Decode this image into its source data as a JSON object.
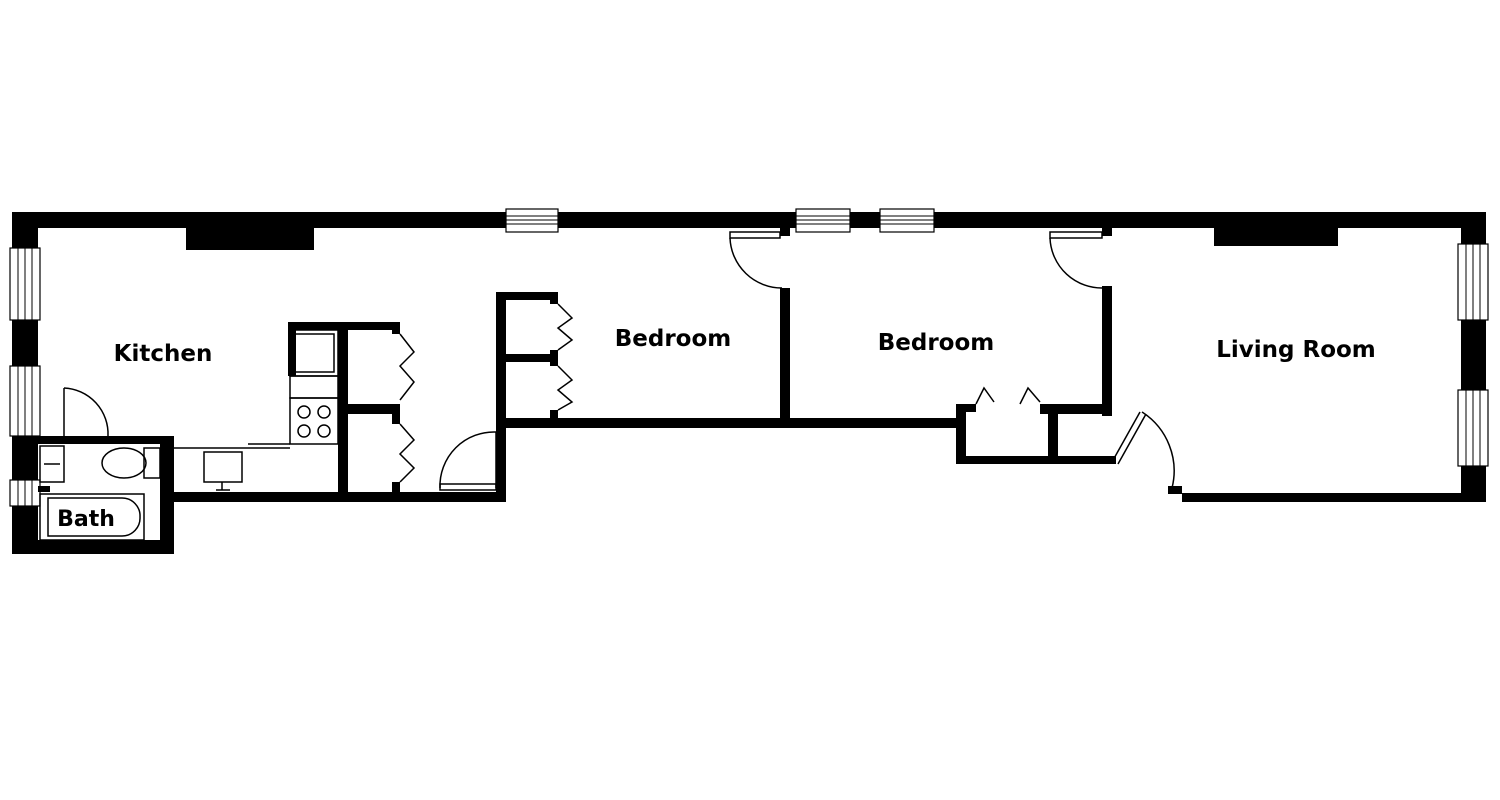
{
  "plan": {
    "rooms": {
      "kitchen": "Kitchen",
      "bedroom_1": "Bedroom",
      "bedroom_2": "Bedroom",
      "living_room": "Living Room",
      "bath": "Bath"
    },
    "colors": {
      "wall": "#000000",
      "background": "#ffffff"
    }
  }
}
